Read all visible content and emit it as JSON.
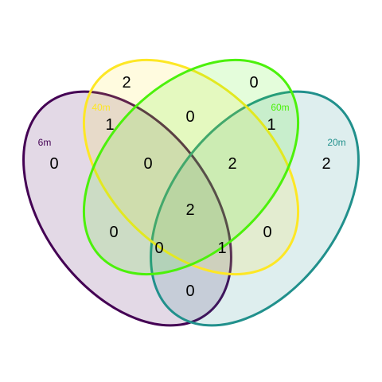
{
  "sets": [
    {
      "key": "A",
      "label": "6m",
      "color": "#440154",
      "fill": "#440154",
      "fill_opacity": 0.15
    },
    {
      "key": "B",
      "label": "40m",
      "color": "#FDE725",
      "fill": "#FDE725",
      "fill_opacity": 0.15
    },
    {
      "key": "C",
      "label": "60m",
      "color": "#4CF10B",
      "fill": "#4CF10B",
      "fill_opacity": 0.15
    },
    {
      "key": "D",
      "label": "20m",
      "color": "#21908C",
      "fill": "#21908C",
      "fill_opacity": 0.15
    }
  ],
  "regions": [
    {
      "sets": "A",
      "count": "0"
    },
    {
      "sets": "B",
      "count": "2"
    },
    {
      "sets": "C",
      "count": "0"
    },
    {
      "sets": "D",
      "count": "2"
    },
    {
      "sets": "AB",
      "count": "1"
    },
    {
      "sets": "BC",
      "count": "0"
    },
    {
      "sets": "CD",
      "count": "1"
    },
    {
      "sets": "ABC",
      "count": "0"
    },
    {
      "sets": "BCD",
      "count": "2"
    },
    {
      "sets": "ABCD",
      "count": "2"
    },
    {
      "sets": "AC",
      "count": "0"
    },
    {
      "sets": "BD",
      "count": "0"
    },
    {
      "sets": "ACD",
      "count": "0"
    },
    {
      "sets": "ABD",
      "count": "1"
    },
    {
      "sets": "AD",
      "count": "0"
    }
  ]
}
